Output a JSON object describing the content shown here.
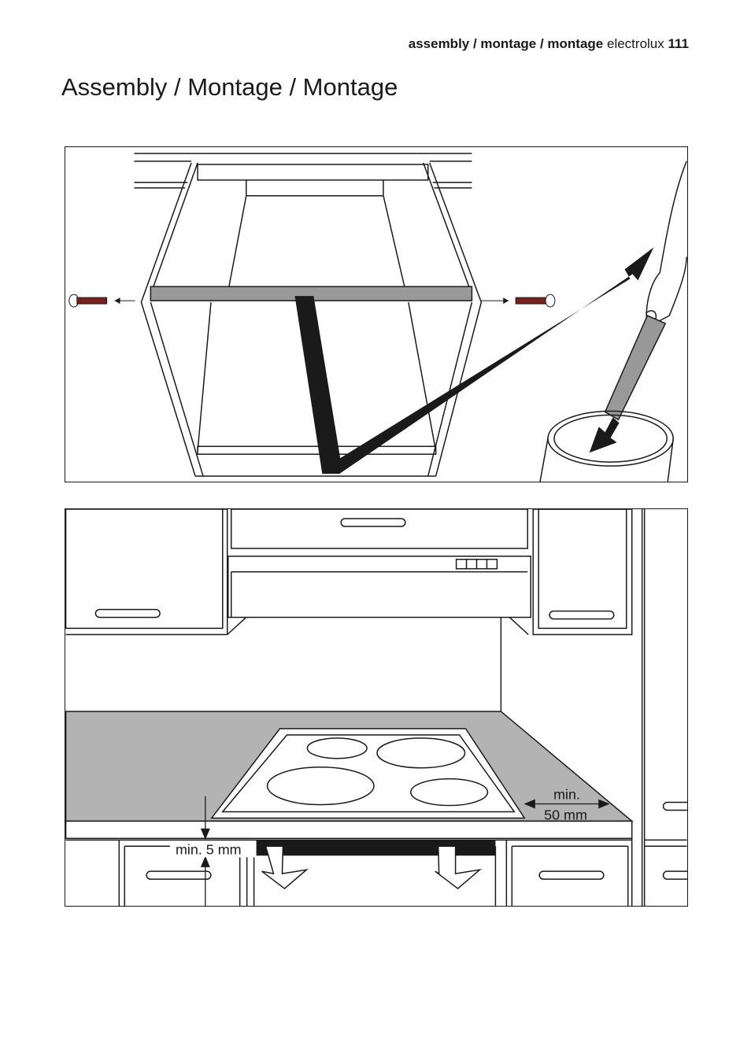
{
  "header": {
    "section": "assembly / montage / montage",
    "brand": "electrolux",
    "page_number": "111"
  },
  "title": "Assembly / Montage / Montage",
  "figure2": {
    "min_gap_label": "min. 5 mm",
    "min_side_label_line1": "min.",
    "min_side_label_line2": "50 mm"
  },
  "colors": {
    "ink": "#1a1a1a",
    "worktop": "#b3b3b3",
    "rail": "#999999"
  }
}
